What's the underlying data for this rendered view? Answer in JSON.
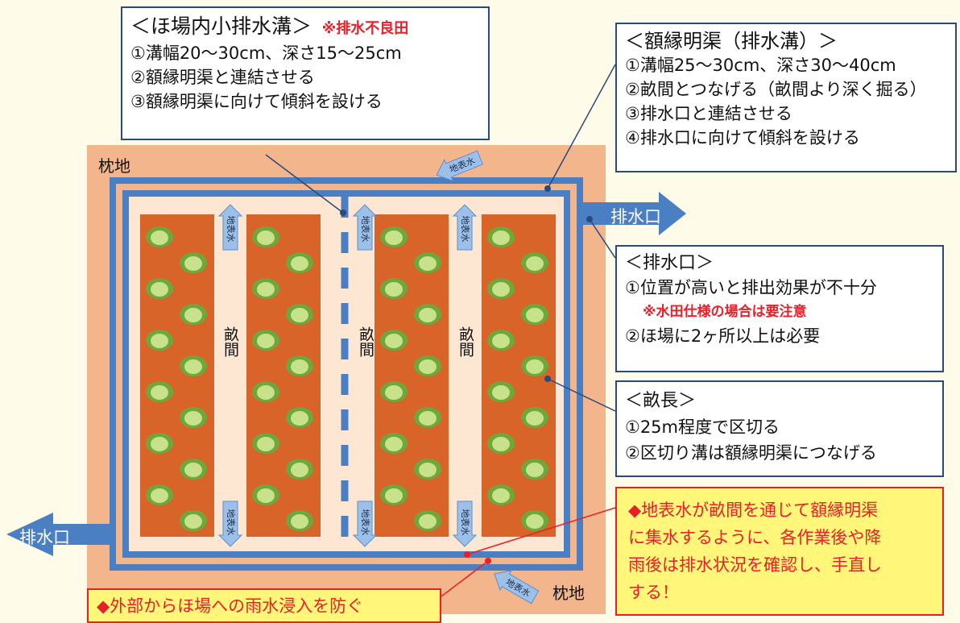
{
  "colors": {
    "background": "#fefbe8",
    "field_light": "#f2b58c",
    "field_inner": "#fde6d2",
    "bed": "#d8642a",
    "channel": "#4a7fc3",
    "arrow": "#5b8fd0",
    "arrow_light": "#9cc0e8",
    "box_border": "#2a4a7a",
    "note_red": "#e8202a",
    "note_yellow": "#fff67a",
    "cabbage": "#8fc24a"
  },
  "field": {
    "headland_top": "枕地",
    "headland_bottom": "枕地",
    "furrow_label": "畝間",
    "outlet_right": "排水口",
    "outlet_left": "排水口",
    "surface_water": "地表水"
  },
  "boxes": {
    "small_drain": {
      "title": "＜ほ場内小排水溝＞",
      "note": "※排水不良田",
      "lines": [
        "①溝幅20～30cm、深さ15～25cm",
        "②額縁明渠と連結させる",
        "③額縁明渠に向けて傾斜を設ける"
      ]
    },
    "frame_drain": {
      "title": "＜額縁明渠（排水溝）＞",
      "lines": [
        "①溝幅25～30cm、深さ30～40cm",
        "②畝間とつなげる（畝間より深く掘る）",
        "③排水口と連結させる",
        "④排水口に向けて傾斜を設ける"
      ]
    },
    "outlet": {
      "title": "＜排水口＞",
      "line1": "①位置が高いと排出効果が不十分",
      "note": "※水田仕様の場合は要注意",
      "line2": "②ほ場に2ヶ所以上は必要"
    },
    "ridge_length": {
      "title": "＜畝長＞",
      "lines": [
        "①25m程度で区切る",
        "②区切り溝は額縁明渠につなげる"
      ]
    },
    "check_note": {
      "lines": [
        "◆地表水が畝間を通じて額縁明渠",
        "に集水するように、各作業後や降",
        "雨後は排水状況を確認し、手直し",
        "する！"
      ]
    },
    "rain_note": {
      "text": "◆外部からほ場への雨水浸入を防ぐ"
    }
  }
}
